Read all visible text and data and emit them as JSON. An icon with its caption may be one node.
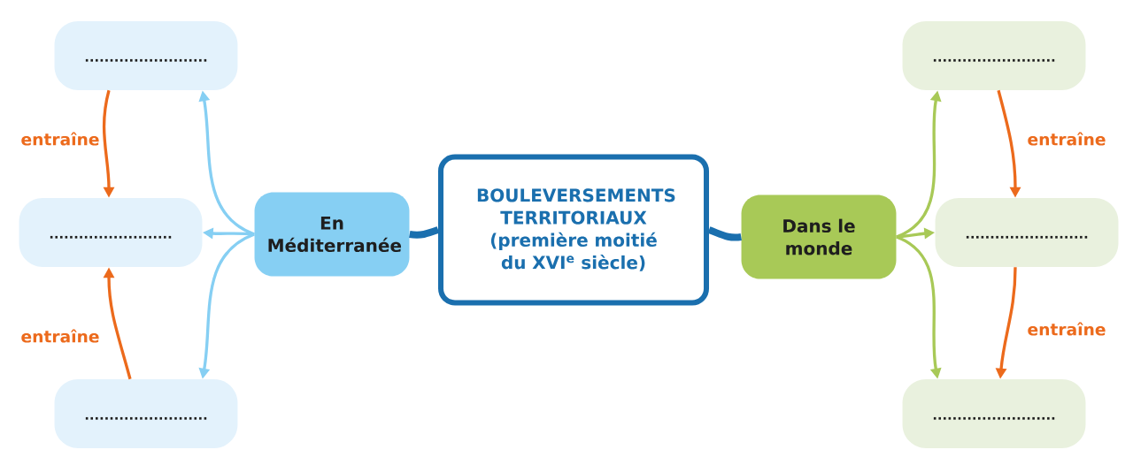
{
  "diagram": {
    "nodes": [
      {
        "text": [
          "BOULEVERSEMENTS TERRITORIAUX (première moitié du XVI$^{e}$ siècle)"
        ]
      },
      {
        "text": [
          "En Méditerranée"
        ]
      },
      {
        "text": [
          "Dans le monde"
        ]
      },
      {
        "text": [
          "........................."
        ]
      },
      {
        "text": [
          "........................."
        ]
      },
      {
        "text": [
          "........................."
        ]
      },
      {
        "text": [
          "........................."
        ]
      },
      {
        "text": [
          "........................."
        ]
      },
      {
        "text": [
          "........................."
        ]
      }
    ],
    "edges": [
      {
        "from": 1,
        "to": 0,
        "arrow": "none",
        "style": "thick",
        "color": "#1a6fae"
      },
      {
        "from": 0,
        "to": 2,
        "arrow": "none",
        "style": "thick",
        "color": "#1a6fae"
      },
      {
        "from": 1,
        "to": 3,
        "arrow": "to",
        "color": "#86cff3"
      },
      {
        "from": 1,
        "to": 4,
        "arrow": "to",
        "color": "#86cff3"
      },
      {
        "from": 1,
        "to": 5,
        "arrow": "to",
        "color": "#86cff3"
      },
      {
        "from": 2,
        "to": 6,
        "arrow": "to",
        "color": "#a8c957"
      },
      {
        "from": 2,
        "to": 7,
        "arrow": "to",
        "color": "#a8c957"
      },
      {
        "from": 2,
        "to": 8,
        "arrow": "to",
        "color": "#a8c957"
      },
      {
        "from": 3,
        "to": 4,
        "arrow": "to",
        "label": "entraîne",
        "color": "#ec6a1c"
      },
      {
        "from": 5,
        "to": 4,
        "arrow": "to",
        "label": "entraîne",
        "color": "#ec6a1c"
      },
      {
        "from": 6,
        "to": 7,
        "arrow": "to",
        "label": "entraîne",
        "color": "#ec6a1c"
      },
      {
        "from": 7,
        "to": 8,
        "arrow": "to",
        "label": "entraîne",
        "color": "#ec6a1c"
      }
    ]
  }
}
